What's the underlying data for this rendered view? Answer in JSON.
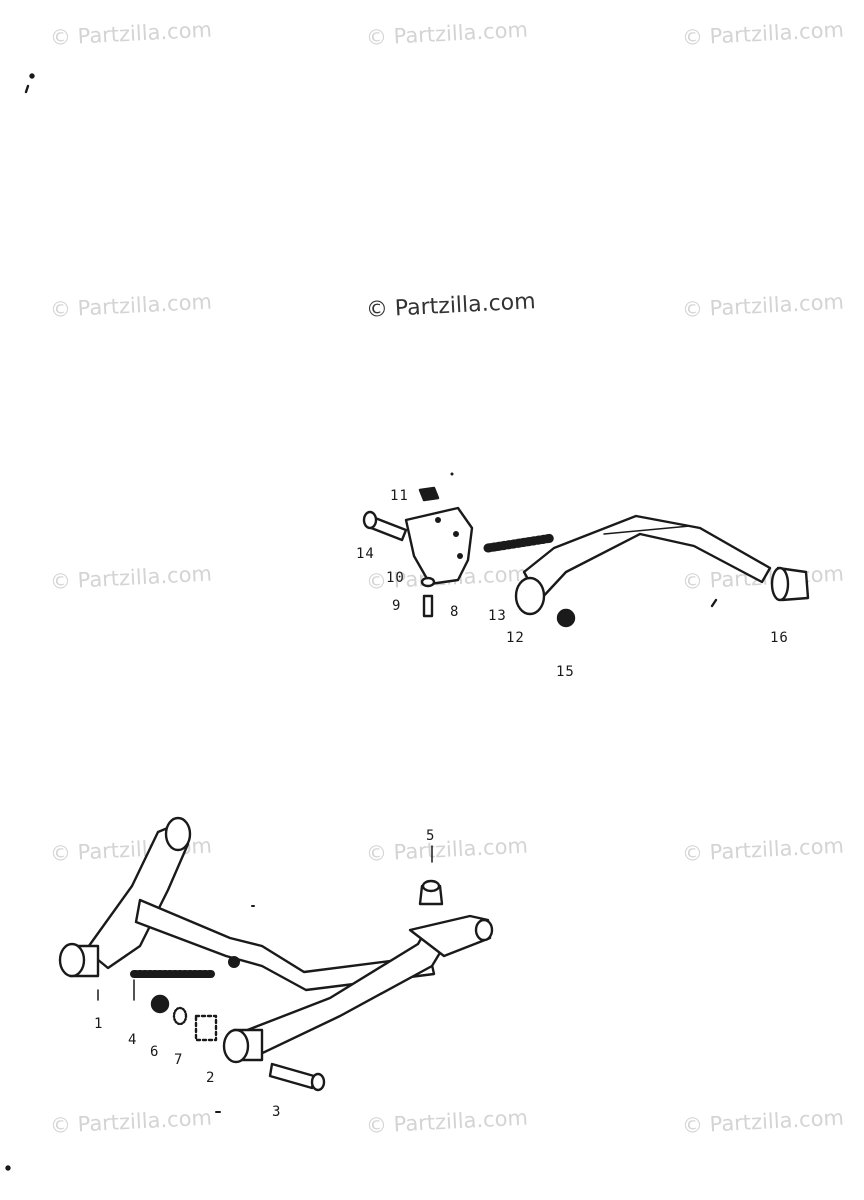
{
  "watermarks": [
    "© Partzilla.com",
    "© Partzilla.com",
    "© Partzilla.com",
    "© Partzilla.com",
    "© Partzilla.com",
    "© Partzilla.com",
    "© Partzilla.com",
    "© Partzilla.com",
    "© Partzilla.com",
    "© Partzilla.com",
    "© Partzilla.com",
    "© Partzilla.com",
    "© Partzilla.com",
    "© Partzilla.com",
    "© Partzilla.com"
  ],
  "center_watermark": "© Partzilla.com",
  "upper_assembly": {
    "callouts": [
      "11",
      "14",
      "10",
      "9",
      "8",
      "13",
      "12",
      "15",
      "16"
    ]
  },
  "lower_assembly": {
    "callouts": [
      "5",
      "1",
      "4",
      "6",
      "7",
      "2",
      "3"
    ]
  },
  "colors": {
    "ink": "#1a1a1a",
    "watermark": "#d4d4d4"
  }
}
